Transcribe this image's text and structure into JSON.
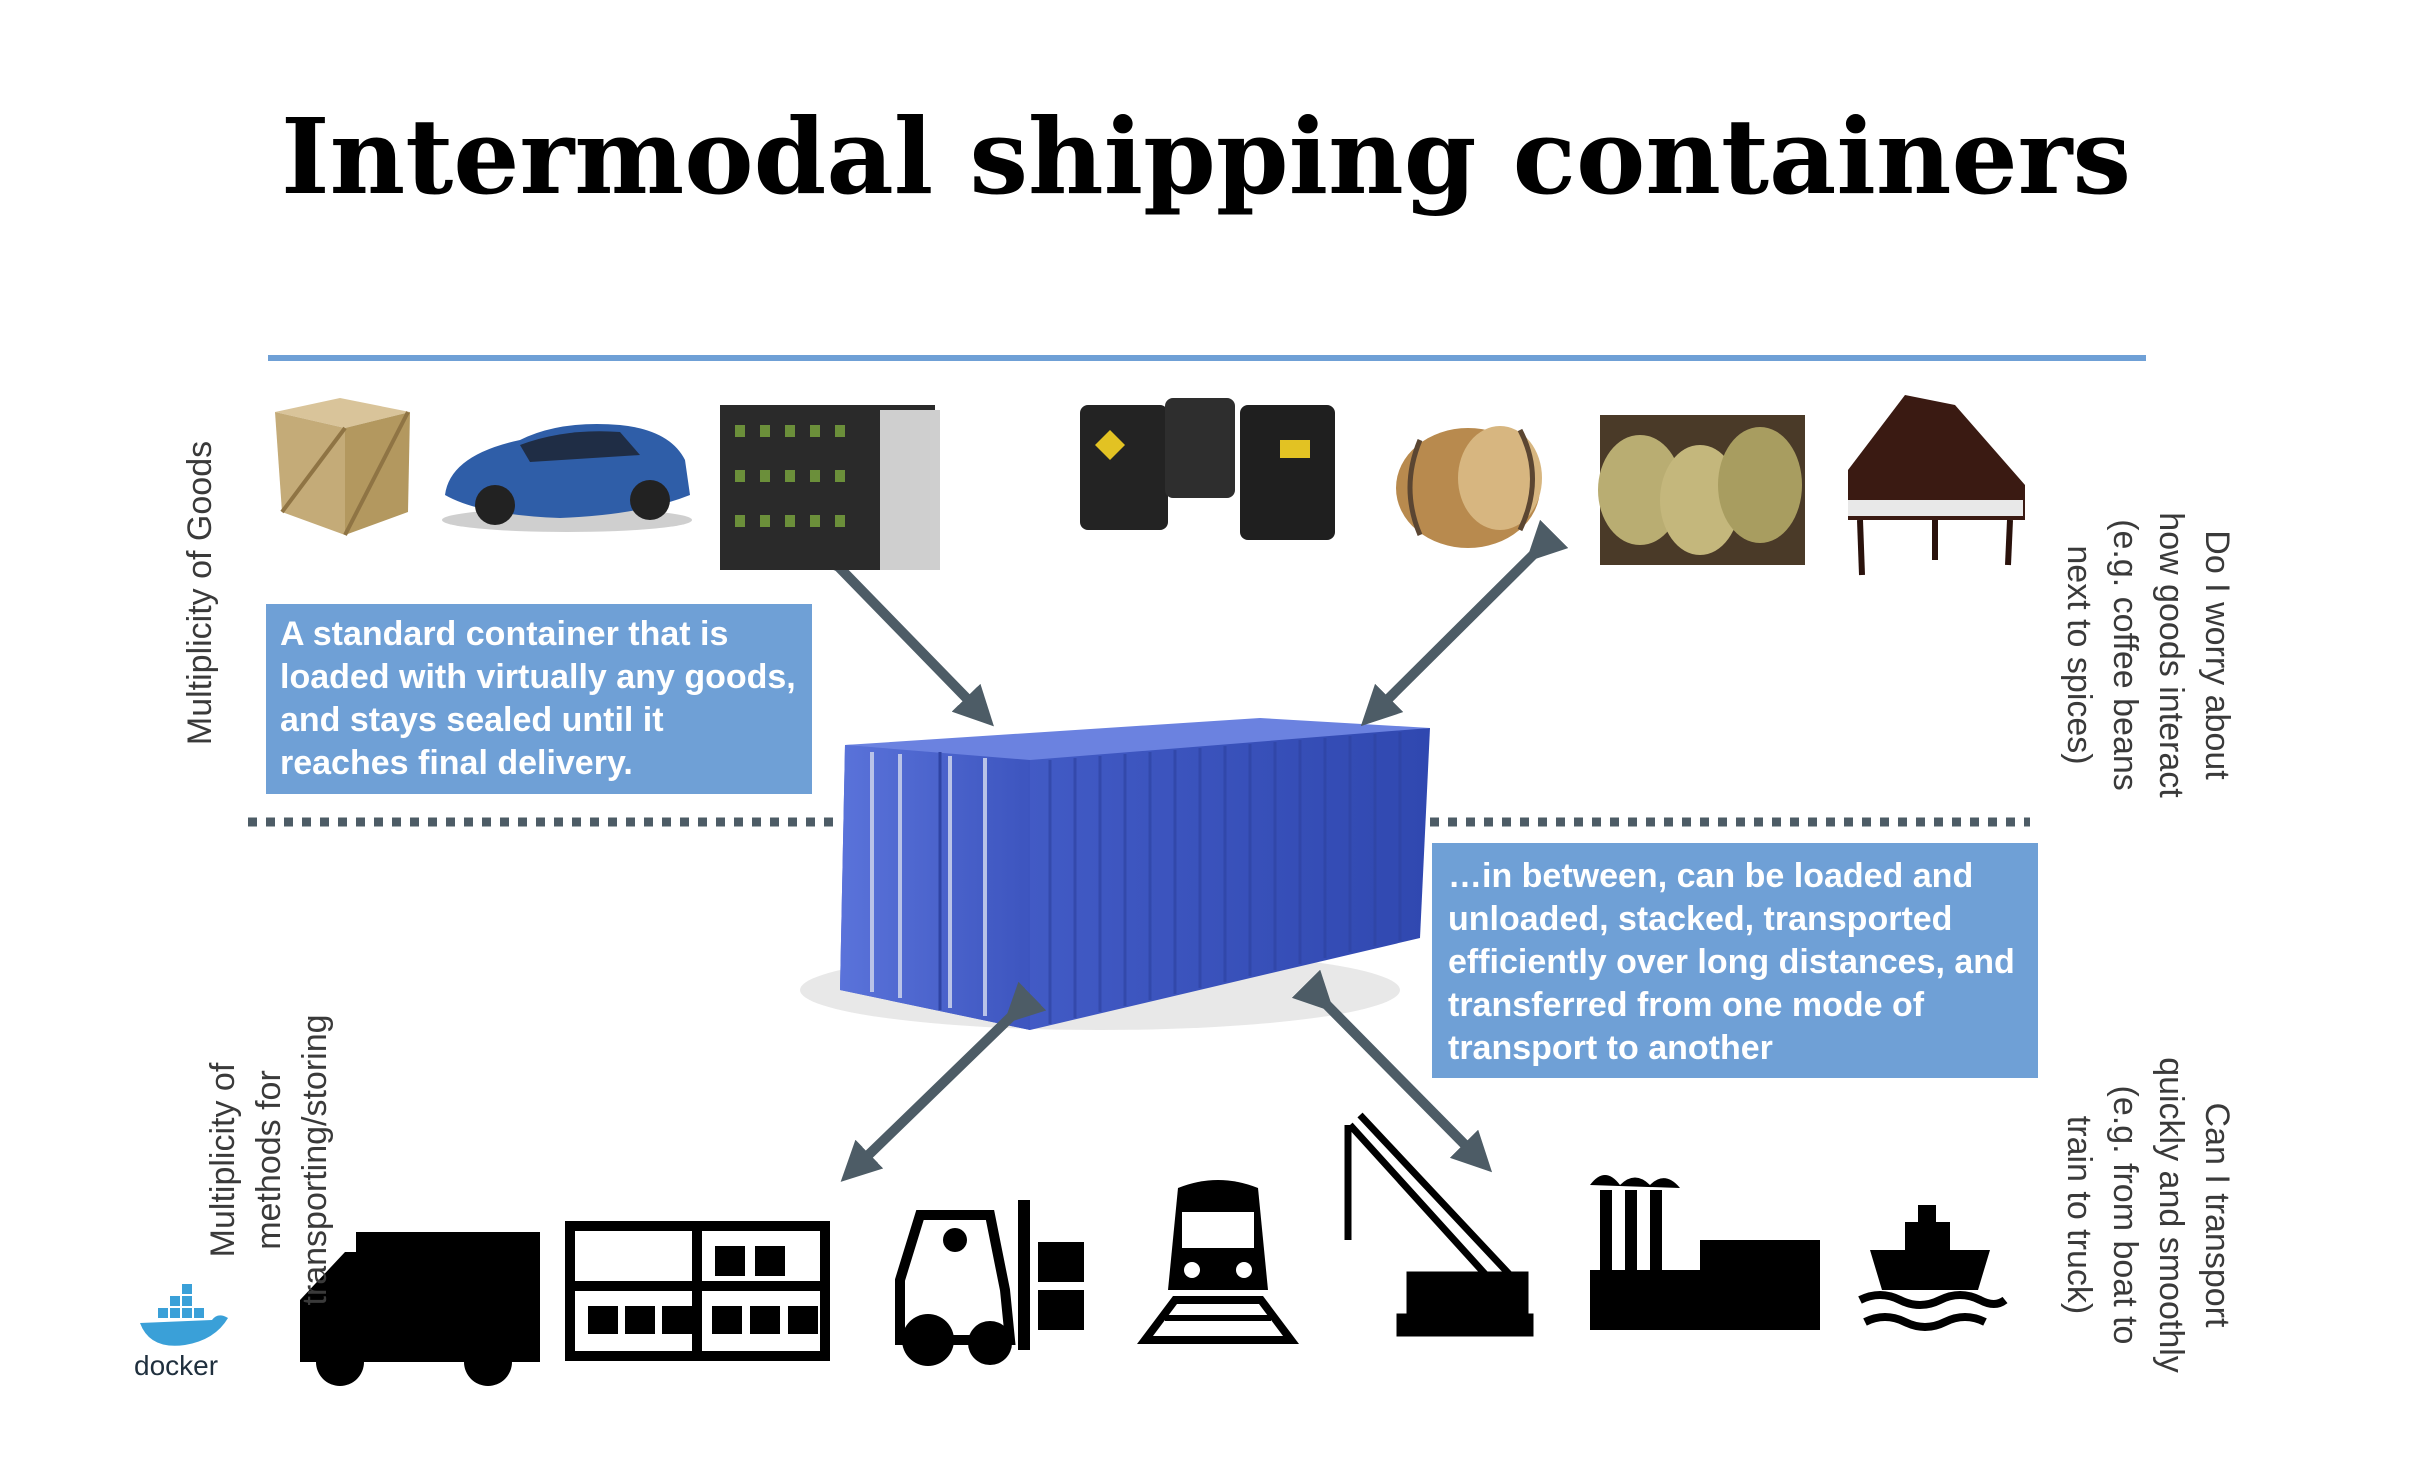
{
  "title": "Intermodal shipping containers",
  "left_box": "A standard container that is loaded with virtually any goods, and stays sealed until it reaches final delivery.",
  "right_box": "…in between, can be loaded and unloaded, stacked, transported efficiently over long distances, and transferred from one mode of transport to another",
  "side_labels": {
    "goods": "Multiplicity of Goods",
    "methods": [
      "Multiplicity of",
      "methods for",
      "transporting/storing"
    ],
    "worry": [
      "Do I worry about",
      "how goods interact",
      "(e.g. coffee beans",
      "next to spices)"
    ],
    "transport": [
      "Can I transport",
      "quickly and smoothly",
      "(e.g. from boat to",
      "train to truck)"
    ]
  },
  "logo": "docker",
  "goods_icons": [
    "crate-icon",
    "sports-car-icon",
    "server-rack-icon",
    "oil-barrels-icon",
    "wooden-barrel-icon",
    "grain-sacks-icon",
    "grand-piano-icon"
  ],
  "transport_icons": [
    "truck-icon",
    "warehouse-shelves-icon",
    "forklift-icon",
    "train-icon",
    "crane-icon",
    "factory-icon",
    "ship-icon"
  ],
  "colors": {
    "box": "#6fa0d6",
    "rule": "#6fa0d6",
    "arrow": "#4d5c66",
    "container": "#4b63c9"
  }
}
